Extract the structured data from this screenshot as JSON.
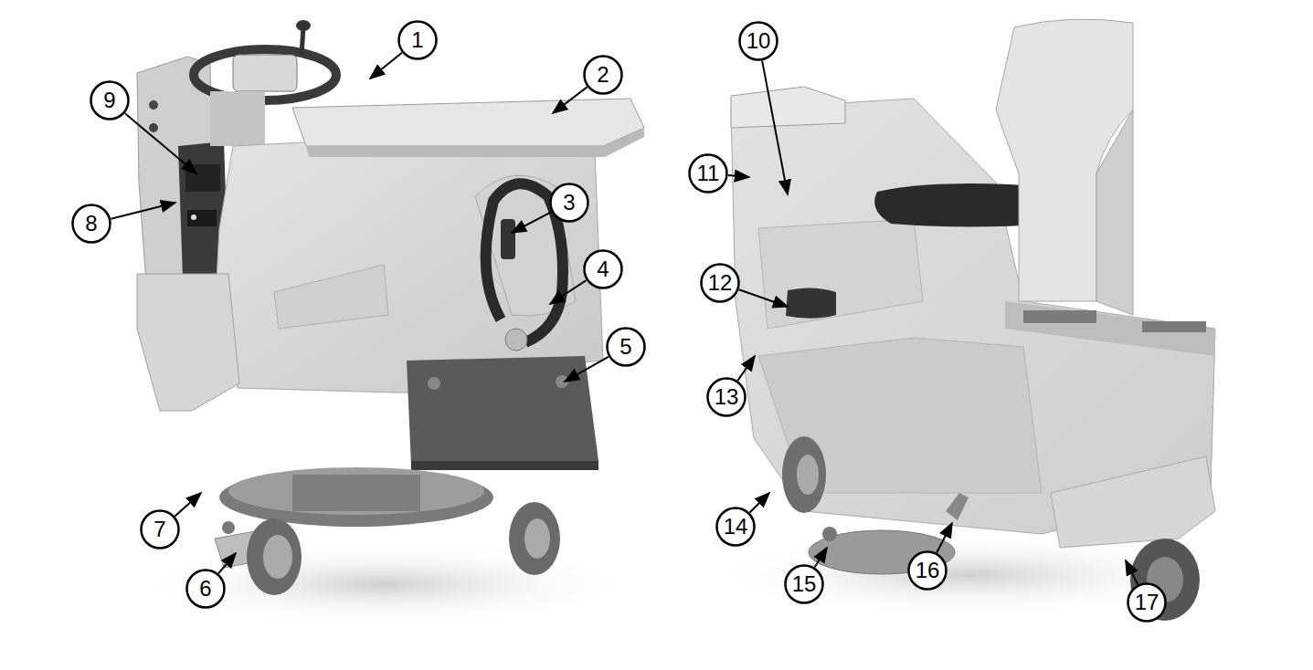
{
  "diagram": {
    "nodes": [
      {
        "text": [
          "1"
        ]
      },
      {
        "text": [
          "2"
        ]
      },
      {
        "text": [
          "3"
        ]
      },
      {
        "text": [
          "4"
        ]
      },
      {
        "text": [
          "5"
        ]
      },
      {
        "text": [
          "6"
        ]
      },
      {
        "text": [
          "7"
        ]
      },
      {
        "text": [
          "8"
        ]
      },
      {
        "text": [
          "9"
        ]
      },
      {
        "text": [
          "10"
        ]
      },
      {
        "text": [
          "11"
        ]
      },
      {
        "text": [
          "12"
        ]
      },
      {
        "text": [
          "13"
        ]
      },
      {
        "text": [
          "14"
        ]
      },
      {
        "text": [
          "15"
        ]
      },
      {
        "text": [
          "16"
        ]
      },
      {
        "text": [
          "17"
        ]
      }
    ]
  }
}
